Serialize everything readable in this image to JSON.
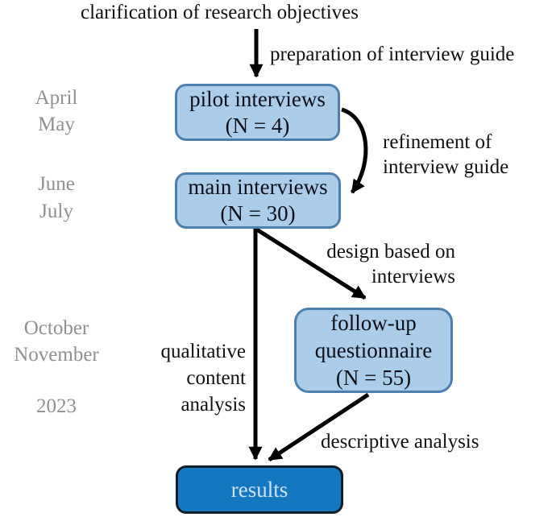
{
  "diagram": {
    "title": "clarification of research objectives",
    "timeline": {
      "april": "April",
      "may": "May",
      "june": "June",
      "july": "July",
      "october": "October",
      "november": "November",
      "year": "2023"
    },
    "boxes": {
      "pilot": {
        "lines": [
          "pilot interviews",
          "(N = 4)"
        ]
      },
      "main": {
        "lines": [
          "main interviews",
          "(N = 30)"
        ]
      },
      "followup": {
        "lines": [
          "follow-up",
          "questionnaire",
          "(N = 55)"
        ]
      },
      "results": {
        "label": "results"
      }
    },
    "edge_labels": {
      "preparation": "preparation of interview guide",
      "refinement": [
        "refinement of",
        "interview guide"
      ],
      "design": [
        "design based on",
        "interviews"
      ],
      "qualitative": [
        "qualitative",
        "content",
        "analysis"
      ],
      "descriptive": "descriptive analysis"
    },
    "colors": {
      "box_fill": "#abcdea",
      "box_border": "#4d7fae",
      "results_fill": "#1478c1",
      "results_border": "#0e1c2b",
      "results_text": "#cfe3f7",
      "timeline_text": "#8f9093",
      "arrow": "#000000",
      "background": "#ffffff"
    }
  }
}
